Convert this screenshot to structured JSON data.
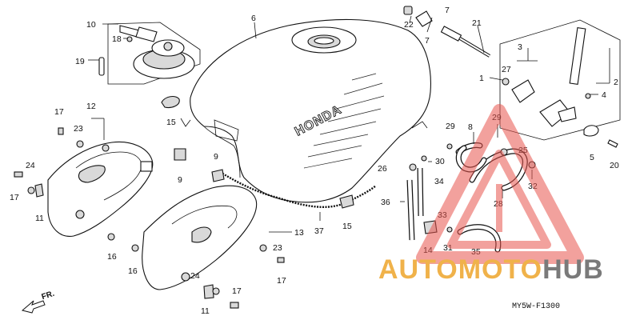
{
  "diagram": {
    "callouts": [
      "1",
      "2",
      "3",
      "4",
      "5",
      "6",
      "7",
      "8",
      "9",
      "10",
      "11",
      "12",
      "13",
      "14",
      "15",
      "16",
      "17",
      "18",
      "19",
      "20",
      "21",
      "22",
      "23",
      "24",
      "25",
      "26",
      "27",
      "28",
      "29",
      "30",
      "31",
      "32",
      "33",
      "34",
      "35",
      "36",
      "37"
    ],
    "tank_lettering": "HONDA",
    "diagram_code": "MY5W-F1300",
    "direction_label": "FR."
  },
  "watermark": {
    "part_a": "AUTOMOTO",
    "part_b": "HUB",
    "colors": {
      "triangle": "#e8554e",
      "accent": "#f0b24a",
      "dark": "#7a7a7a"
    }
  }
}
